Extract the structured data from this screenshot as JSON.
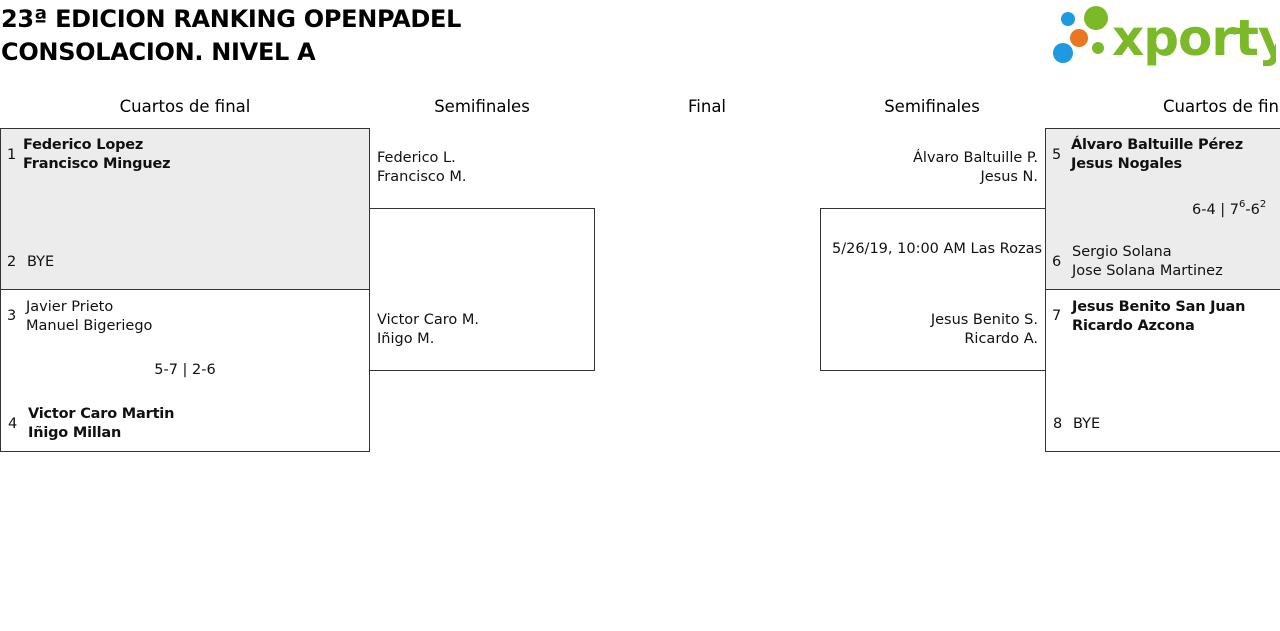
{
  "title": {
    "line1": "23ª EDICION RANKING OPENPADEL",
    "line2": "CONSOLACION. NIVEL A"
  },
  "logo": {
    "text": "xporty",
    "colors": {
      "green": "#7cb928",
      "blue": "#1e9be0",
      "orange": "#e8771f"
    }
  },
  "rounds": {
    "left_quarters": "Cuartos de final",
    "left_semis": "Semifinales",
    "final": "Final",
    "right_semis": "Semifinales",
    "right_quarters": "Cuartos de final"
  },
  "left_quarters": [
    {
      "seed_a": "1",
      "team_a": [
        "Federico Lopez",
        "Francisco Minguez"
      ],
      "seed_b": "2",
      "team_b": [
        "BYE"
      ],
      "winner": "a"
    },
    {
      "seed_a": "3",
      "team_a": [
        "Javier Prieto",
        "Manuel Bigeriego"
      ],
      "score": "5-7 | 2-6",
      "seed_b": "4",
      "team_b": [
        "Victor Caro Martin",
        "Iñigo Millan"
      ],
      "winner": "b"
    }
  ],
  "left_semi": {
    "team_a": [
      "Federico L.",
      "Francisco M."
    ],
    "team_b": [
      "Victor Caro M.",
      "Iñigo M."
    ]
  },
  "right_semi": {
    "team_a": [
      "Álvaro Baltuille P.",
      "Jesus N."
    ],
    "schedule": "5/26/19, 10:00 AM Las Rozas",
    "team_b": [
      "Jesus Benito S.",
      "Ricardo A."
    ]
  },
  "right_quarters": [
    {
      "seed_a": "5",
      "team_a": [
        "Álvaro Baltuille Pérez",
        "Jesus Nogales"
      ],
      "score_main": "6-4 | 7",
      "score_sup1": "6",
      "score_mid": "-6",
      "score_sup2": "2",
      "seed_b": "6",
      "team_b": [
        "Sergio Solana",
        "Jose Solana Martinez"
      ],
      "winner": "a"
    },
    {
      "seed_a": "7",
      "team_a": [
        "Jesus Benito San Juan",
        "Ricardo Azcona"
      ],
      "seed_b": "8",
      "team_b": [
        "BYE"
      ],
      "winner": "a"
    }
  ]
}
